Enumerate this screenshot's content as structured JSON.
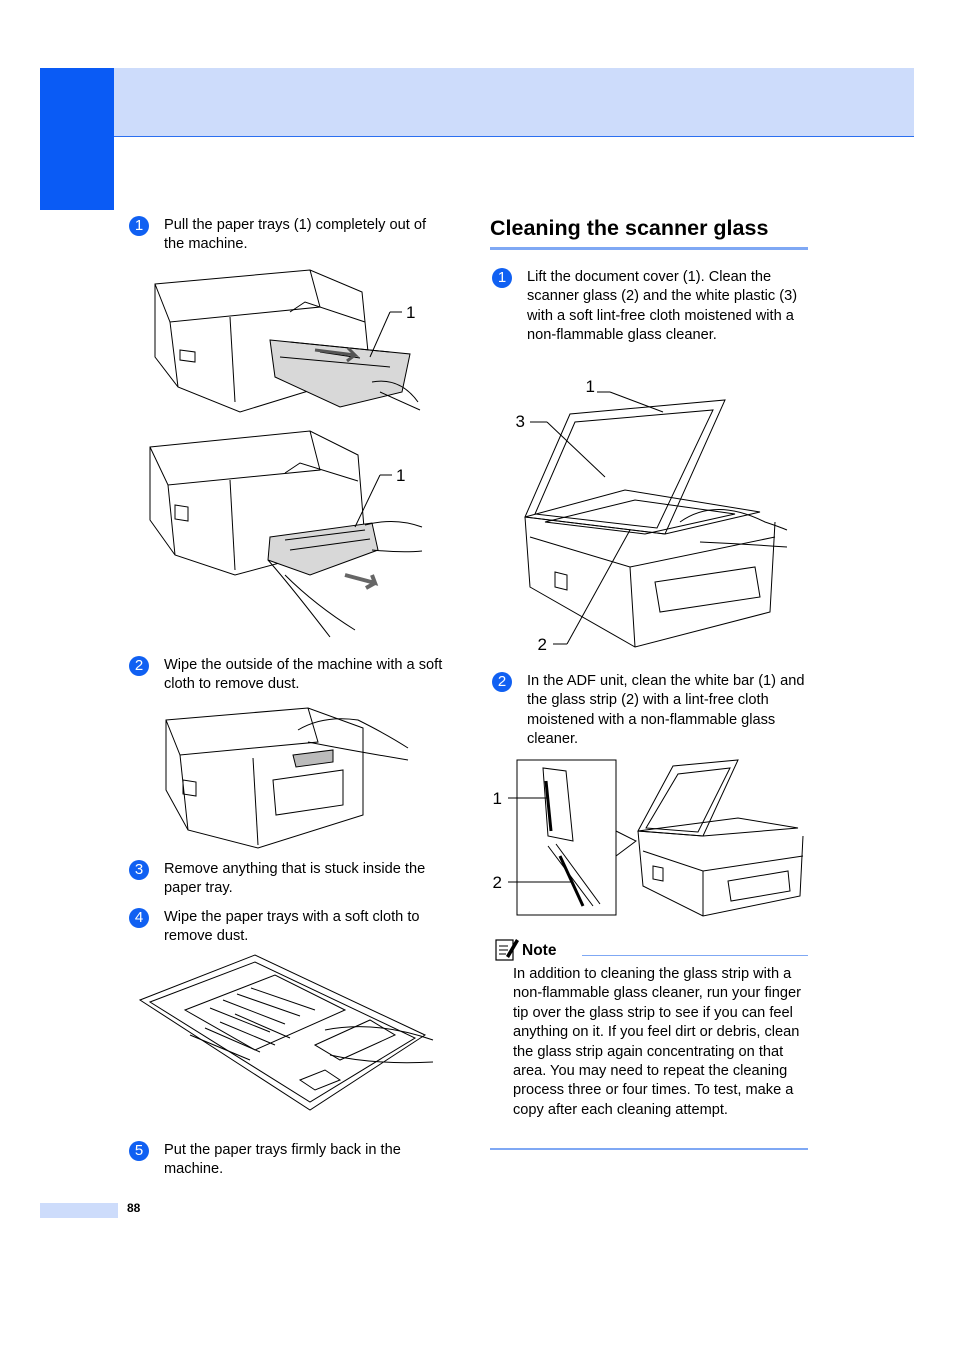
{
  "left_steps": [
    {
      "num": "1",
      "text": "Pull the paper trays (1) completely out of the machine."
    },
    {
      "num": "2",
      "text": "Wipe the outside of the machine with a soft cloth to remove dust."
    },
    {
      "num": "3",
      "text": "Remove anything that is stuck inside the paper tray."
    },
    {
      "num": "4",
      "text": "Wipe the paper trays with a soft cloth to remove dust."
    },
    {
      "num": "5",
      "text": "Put the paper trays firmly back in the machine."
    }
  ],
  "section": {
    "title": "Cleaning the scanner glass",
    "steps": [
      {
        "num": "1",
        "text": "Lift the document cover (1). Clean the scanner glass (2) and the white plastic (3) with a soft lint-free cloth moistened with a non-flammable glass cleaner."
      },
      {
        "num": "2",
        "text": "In the ADF unit, clean the white bar (1) and the glass strip (2) with a lint-free cloth moistened with a non-flammable glass cleaner."
      }
    ]
  },
  "figure_labels": {
    "tray_upper": "1",
    "tray_lower": "1",
    "scanner_cover": "1",
    "scanner_glass": "2",
    "scanner_plastic": "3",
    "adf_bar": "1",
    "adf_strip": "2"
  },
  "note": {
    "label": "Note",
    "text": "In addition to cleaning the glass strip with a non-flammable glass cleaner, run your finger tip over the glass strip to see if you can feel anything on it. If you feel dirt or debris, clean the glass strip again concentrating on that area. You may need to repeat the cleaning process three or four times. To test, make a copy after each cleaning attempt."
  },
  "page_number": "88",
  "colors": {
    "accent_blue": "#0a5bf5",
    "header_band": "#cddcfb",
    "rule_blue": "#7fa8f4"
  }
}
